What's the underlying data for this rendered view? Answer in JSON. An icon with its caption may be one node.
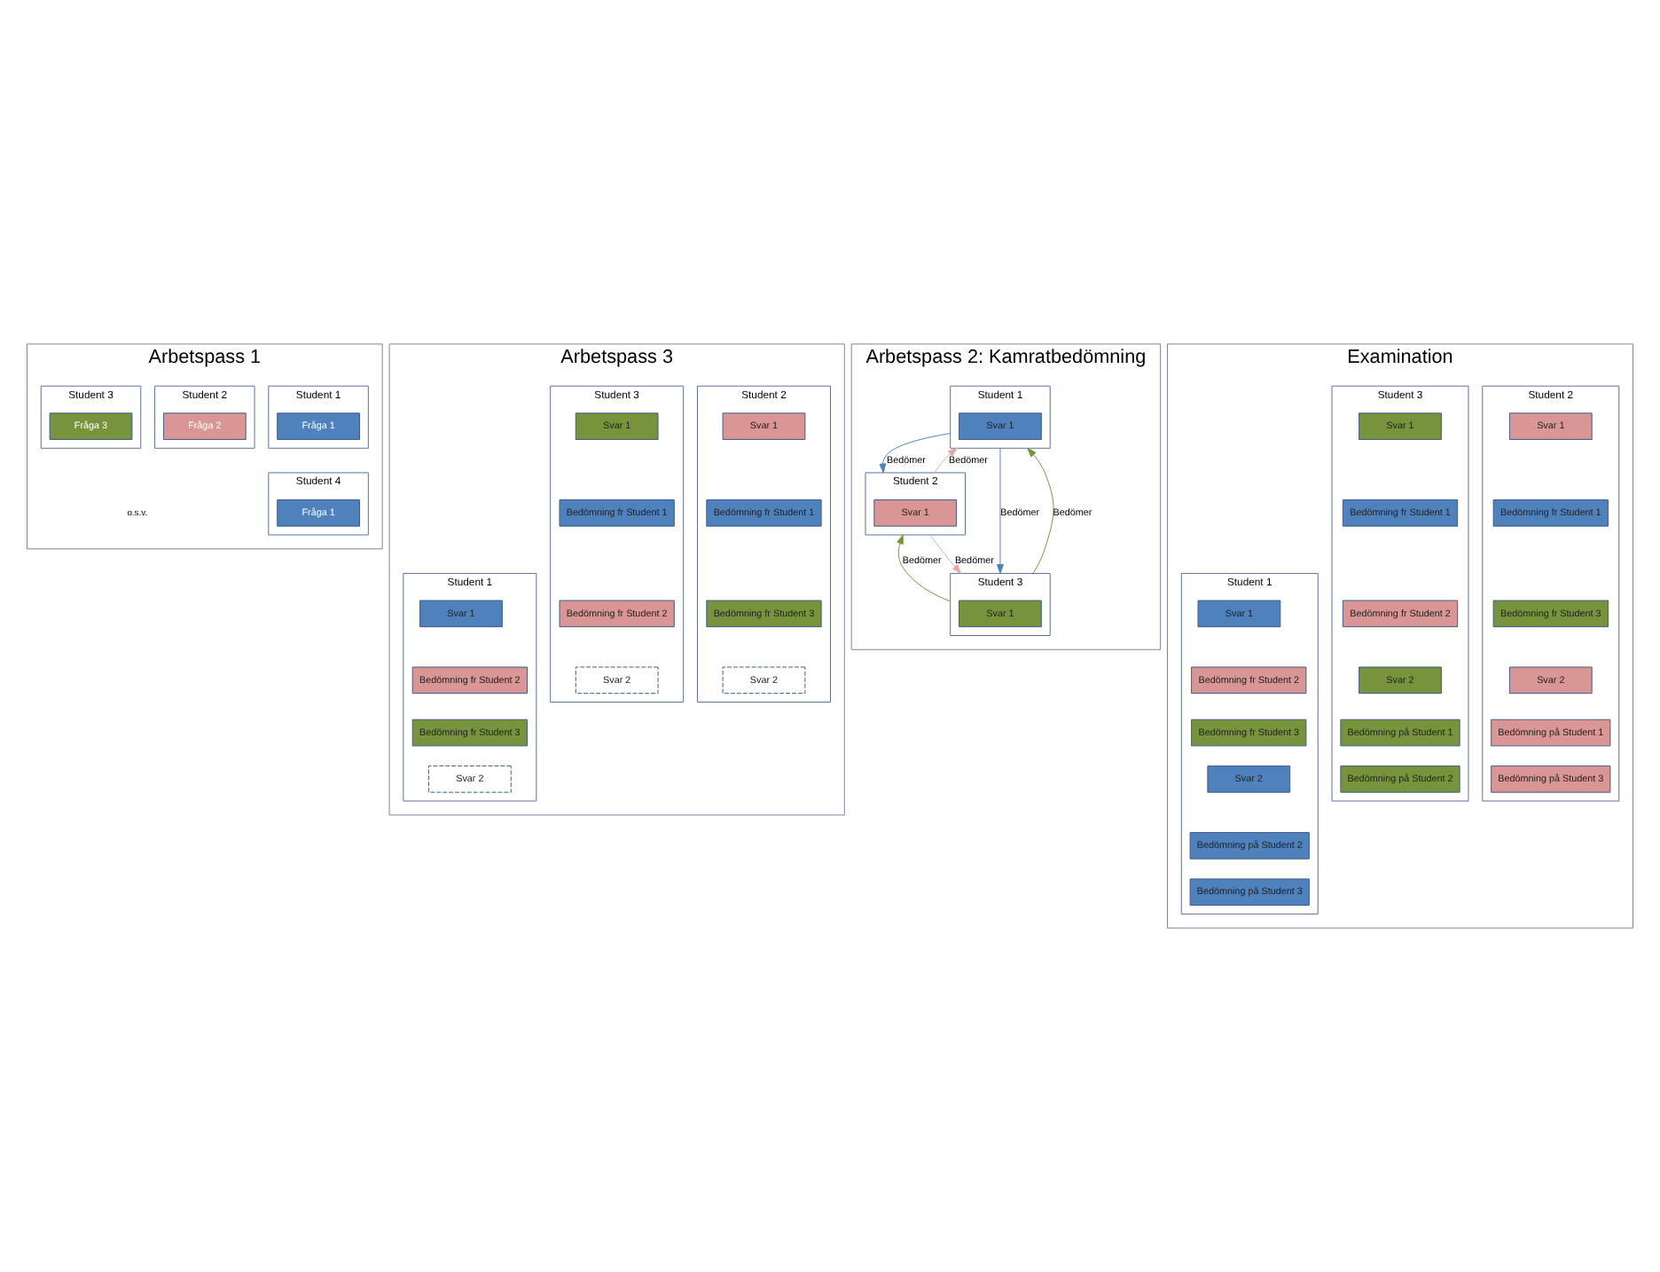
{
  "diagram": {
    "nodes": [
      {
        "text": [
          "Arbetspass 1"
        ]
      },
      {
        "text": [
          "Student 1"
        ],
        "in": 0
      },
      {
        "text": [
          "Fråga 1"
        ],
        "in": 1
      },
      {
        "text": [
          "Student 2"
        ],
        "in": 0
      },
      {
        "text": [
          "Fråga 2"
        ],
        "in": 3
      },
      {
        "text": [
          "Student 3"
        ],
        "in": 0
      },
      {
        "text": [
          "Fråga 3"
        ],
        "in": 5
      },
      {
        "text": [
          "Student 4"
        ],
        "in": 0
      },
      {
        "text": [
          "Fråga 1"
        ],
        "in": 7
      },
      {
        "text": [
          "Arbetspass 2: Kamratbedömning"
        ]
      },
      {
        "text": [
          "Student 1"
        ],
        "in": 9
      },
      {
        "text": [
          "Svar 1"
        ],
        "in": 10
      },
      {
        "text": [
          "Student 2"
        ],
        "in": 9
      },
      {
        "text": [
          "Svar 1"
        ],
        "in": 12
      },
      {
        "text": [
          "Student 3"
        ],
        "in": 9
      },
      {
        "text": [
          "Svar 1"
        ],
        "in": 14
      },
      {
        "text": [
          "Arbetspass 3"
        ]
      },
      {
        "text": [
          "Student 1"
        ],
        "in": 16
      },
      {
        "text": [
          "Svar 1"
        ],
        "in": 17
      },
      {
        "text": [
          "Bedömning fr Student 2"
        ],
        "in": 17
      },
      {
        "text": [
          "Bedömning fr Student 3"
        ],
        "in": 17
      },
      {
        "text": [
          "Svar 2"
        ],
        "in": 17
      },
      {
        "text": [
          "Student 2"
        ],
        "in": 16
      },
      {
        "text": [
          "Svar 1"
        ],
        "in": 22
      },
      {
        "text": [
          "Bedömning fr Student 1"
        ],
        "in": 22
      },
      {
        "text": [
          "Bedömning fr Student 3"
        ],
        "in": 22
      },
      {
        "text": [
          "Svar 2"
        ],
        "in": 22
      },
      {
        "text": [
          "Student 3"
        ],
        "in": 16
      },
      {
        "text": [
          "Svar 1"
        ],
        "in": 27
      },
      {
        "text": [
          "Bedömning fr Student 1"
        ],
        "in": 27
      },
      {
        "text": [
          "Bedömning fr Student 2"
        ],
        "in": 27
      },
      {
        "text": [
          "Svar 2"
        ],
        "in": 27
      },
      {
        "text": [
          "Examination"
        ]
      },
      {
        "text": [
          "Student 1"
        ],
        "in": 32
      },
      {
        "text": [
          "Svar 1"
        ],
        "in": 33
      },
      {
        "text": [
          "Bedömning fr Student 2"
        ],
        "in": 33
      },
      {
        "text": [
          "Bedömning fr Student 3"
        ],
        "in": 33
      },
      {
        "text": [
          "Svar 2"
        ],
        "in": 33
      },
      {
        "text": [
          "Bedömning på Student 2"
        ],
        "in": 33
      },
      {
        "text": [
          "Bedömning på Student 3"
        ],
        "in": 33
      },
      {
        "text": [
          "Student 2"
        ],
        "in": 32
      },
      {
        "text": [
          "Svar 1"
        ],
        "in": 40
      },
      {
        "text": [
          "Bedömning fr Student 1"
        ],
        "in": 40
      },
      {
        "text": [
          "Bedömning fr Student 3"
        ],
        "in": 40
      },
      {
        "text": [
          "Svar 2"
        ],
        "in": 40
      },
      {
        "text": [
          "Bedömning på Student 1"
        ],
        "in": 40
      },
      {
        "text": [
          "Bedömning på Student 3"
        ],
        "in": 40
      },
      {
        "text": [
          "Student 3"
        ],
        "in": 32
      },
      {
        "text": [
          "Svar 1"
        ],
        "in": 47
      },
      {
        "text": [
          "Bedömning fr Student 1"
        ],
        "in": 47
      },
      {
        "text": [
          "Bedömning fr Student 2"
        ],
        "in": 47
      },
      {
        "text": [
          "Svar 2"
        ],
        "in": 47
      },
      {
        "text": [
          "Bedömning på Student 1"
        ],
        "in": 47
      },
      {
        "text": [
          "Bedömning på Student 2"
        ],
        "in": 47
      }
    ],
    "edges": [
      {
        "from": 10,
        "to": 12,
        "arrow": "to",
        "label": "Bedömer",
        "color": "#4f81bd"
      },
      {
        "from": 12,
        "to": 10,
        "arrow": "to",
        "label": "Bedömer",
        "color": "#e6a8a6"
      },
      {
        "from": 10,
        "to": 14,
        "arrow": "to",
        "label": "Bedömer",
        "color": "#4f81bd"
      },
      {
        "from": 14,
        "to": 10,
        "arrow": "to",
        "label": "Bedömer",
        "color": "#77933c"
      },
      {
        "from": 12,
        "to": 14,
        "arrow": "to",
        "label": "Bedömer",
        "color": "#e6a8a6"
      },
      {
        "from": 14,
        "to": 12,
        "arrow": "to",
        "label": "Bedömer",
        "color": "#77933c"
      }
    ],
    "labels": [
      "o.s.v."
    ]
  }
}
